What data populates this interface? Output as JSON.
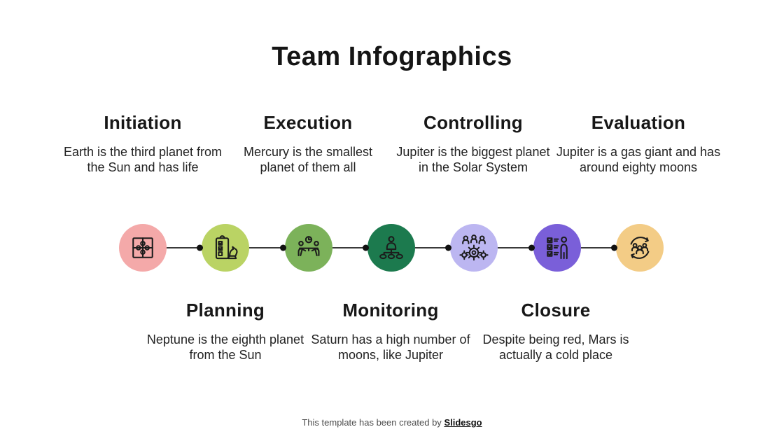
{
  "slide": {
    "title": "Team Infographics",
    "background_color": "#ffffff",
    "line_color": "#3a3a3a",
    "dot_color": "#111111",
    "footer": {
      "text": "This template has been created by",
      "brand": "Slidesgo"
    }
  },
  "steps": [
    {
      "label": "Initiation",
      "description": "Earth is the third planet from the Sun and has life",
      "position": "top",
      "color": "#f4a9a9",
      "icon": "puzzle-icon"
    },
    {
      "label": "Planning",
      "description": "Neptune is the eighth planet from the Sun",
      "position": "bottom",
      "color": "#bad364",
      "icon": "clipboard-knight-icon"
    },
    {
      "label": "Execution",
      "description": "Mercury is the smallest planet of them all",
      "position": "top",
      "color": "#7cb25a",
      "icon": "meeting-table-icon"
    },
    {
      "label": "Monitoring",
      "description": "Saturn has a high number of moons, like Jupiter",
      "position": "bottom",
      "color": "#1c7a4e",
      "icon": "delegation-icon"
    },
    {
      "label": "Controlling",
      "description": "Jupiter is the biggest planet in the Solar System",
      "position": "top",
      "color": "#bcb6f1",
      "icon": "team-gears-icon"
    },
    {
      "label": "Closure",
      "description": "Despite being red, Mars is actually a cold place",
      "position": "bottom",
      "color": "#7a5fd9",
      "icon": "checklist-person-icon"
    },
    {
      "label": "Evaluation",
      "description": "Jupiter is a gas giant and has around eighty moons",
      "position": "top",
      "color": "#f3cc86",
      "icon": "people-cycle-icon"
    }
  ]
}
